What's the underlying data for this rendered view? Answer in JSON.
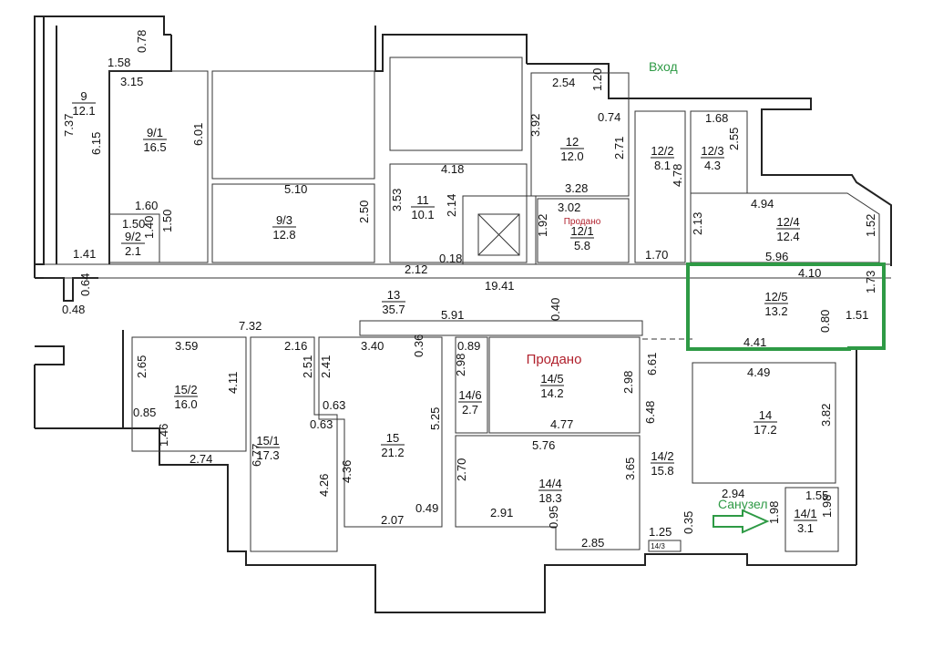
{
  "labels": {
    "entrance": "Вход",
    "bathroom": "Санузел",
    "sold_1": "Продано",
    "sold_2": "Продано"
  },
  "rooms": [
    {
      "id": "9",
      "area": "12.1"
    },
    {
      "id": "9/1",
      "area": "16.5"
    },
    {
      "id": "9/2",
      "area": "2.1"
    },
    {
      "id": "9/3",
      "area": "12.8"
    },
    {
      "id": "11",
      "area": "10.1"
    },
    {
      "id": "12",
      "area": "12.0"
    },
    {
      "id": "12/1",
      "area": "5.8"
    },
    {
      "id": "12/2",
      "area": "8.1"
    },
    {
      "id": "12/3",
      "area": "4.3"
    },
    {
      "id": "12/4",
      "area": "12.4"
    },
    {
      "id": "12/5",
      "area": "13.2"
    },
    {
      "id": "13",
      "area": "35.7"
    },
    {
      "id": "14",
      "area": "17.2"
    },
    {
      "id": "14/1",
      "area": "3.1"
    },
    {
      "id": "14/2",
      "area": "15.8"
    },
    {
      "id": "14/3",
      "area": ""
    },
    {
      "id": "14/4",
      "area": "18.3"
    },
    {
      "id": "14/5",
      "area": "14.2"
    },
    {
      "id": "14/6",
      "area": "2.7"
    },
    {
      "id": "15",
      "area": "21.2"
    },
    {
      "id": "15/1",
      "area": "17.3"
    },
    {
      "id": "15/2",
      "area": "16.0"
    }
  ],
  "dimensions": [
    "1.58",
    "0.78",
    "3.15",
    "7.37",
    "6.15",
    "6.01",
    "1.60",
    "1.50",
    "1.40",
    "1.50",
    "1.41",
    "5.10",
    "2.50",
    "4.18",
    "3.53",
    "2.14",
    "2.12",
    "0.18",
    "19.41",
    "2.54",
    "1.20",
    "0.74",
    "3.92",
    "2.71",
    "3.28",
    "3.02",
    "1.92",
    "1.70",
    "1.68",
    "2.55",
    "4.78",
    "2.13",
    "4.94",
    "1.52",
    "5.96",
    "4.10",
    "1.73",
    "1.51",
    "0.80",
    "4.41",
    "0.64",
    "0.48",
    "7.32",
    "5.91",
    "0.40",
    "3.59",
    "2.16",
    "3.40",
    "0.36",
    "2.65",
    "4.11",
    "0.85",
    "1.46",
    "2.74",
    "6.77",
    "2.51",
    "2.41",
    "0.63",
    "0.63",
    "4.26",
    "4.36",
    "5.25",
    "0.49",
    "2.07",
    "0.89",
    "2.98",
    "2.98",
    "4.77",
    "5.76",
    "2.70",
    "3.65",
    "2.91",
    "0.95",
    "2.85",
    "6.61",
    "6.48",
    "4.49",
    "3.82",
    "2.94",
    "1.55",
    "1.98",
    "1.98",
    "1.25",
    "0.35"
  ],
  "colors": {
    "highlight": "#2e9a45",
    "sold": "#b0202c",
    "wall": "#222222"
  }
}
